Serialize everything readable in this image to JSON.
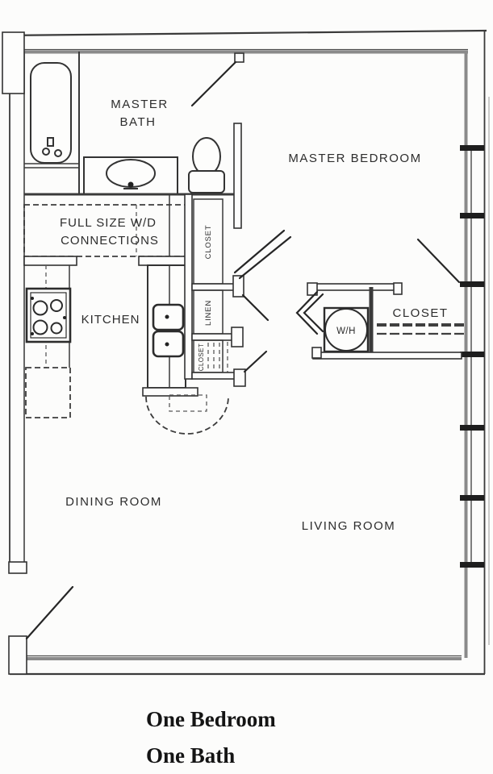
{
  "plan": {
    "rooms": {
      "master_bath": {
        "line1": "MASTER",
        "line2": "BATH"
      },
      "master_bedroom": "MASTER BEDROOM",
      "kitchen": "KITCHEN",
      "dining_room": "DINING ROOM",
      "living_room": "LIVING ROOM"
    },
    "features": {
      "wd": {
        "line1": "FULL SIZE W/D",
        "line2": "CONNECTIONS"
      },
      "hall_closet_top": "CLOSET",
      "linen": "LINEN",
      "hall_closet_bottom": "CLOSET",
      "water_heater": "W/H",
      "bedroom_closet": "CLOSET"
    },
    "caption": {
      "line1": "One Bedroom",
      "line2": "One Bath"
    },
    "colors": {
      "line": "#2f2f2f",
      "wall_gray": "#8a8a8a",
      "background": "#fcfcfb"
    }
  }
}
